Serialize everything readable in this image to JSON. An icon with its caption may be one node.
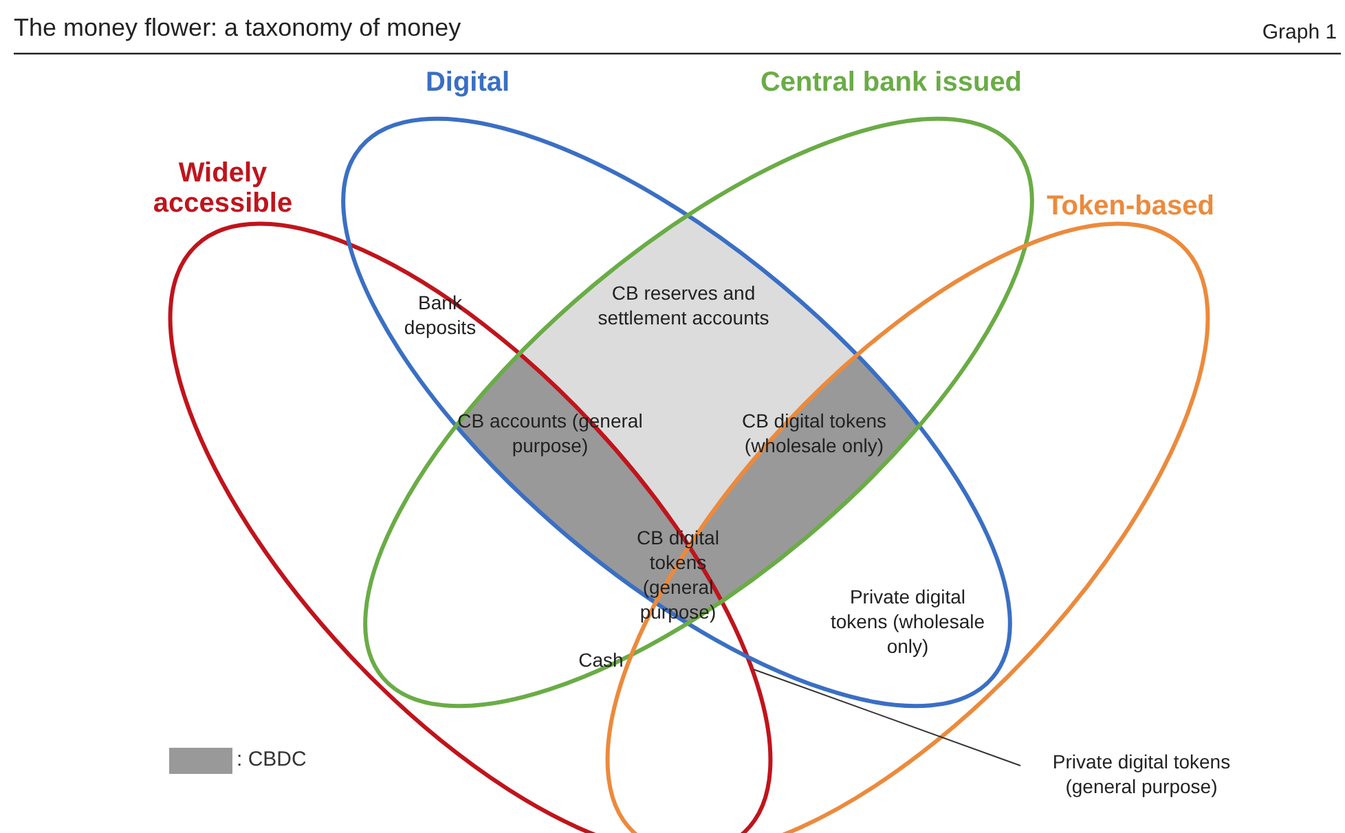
{
  "diagram": {
    "title": "The money flower: a taxonomy of money",
    "nodes": [
      {
        "text": [
          "Widely accessible"
        ]
      },
      {
        "text": [
          "Digital"
        ]
      },
      {
        "text": [
          "Central bank issued"
        ]
      },
      {
        "text": [
          "Token-based"
        ]
      },
      {
        "text": [
          "Private digital tokens (general purpose)"
        ]
      }
    ],
    "edges": [
      {
        "from": 4,
        "to": 0,
        "arrow": "none"
      }
    ],
    "labels": [
      "Graph 1",
      "Bank deposits",
      "CB reserves and settlement accounts",
      "CB accounts (general purpose)",
      "CB digital tokens (wholesale only)",
      "CB digital tokens (general purpose)",
      "Cash",
      "Private digital tokens (wholesale only)"
    ],
    "legend": [
      {
        "text": ": CBDC",
        "color": "#999999"
      }
    ]
  }
}
